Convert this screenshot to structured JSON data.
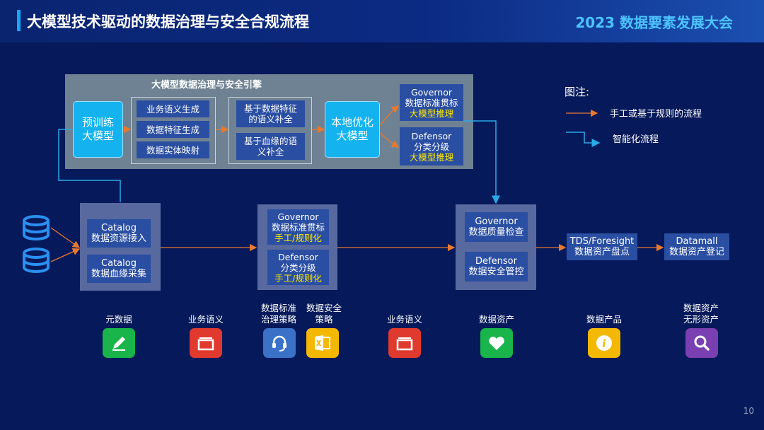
{
  "header": {
    "title": "大模型技术驱动的数据治理与安全合规流程",
    "conference": "2023 数据要素发展大会"
  },
  "engine": {
    "title": "大模型数据治理与安全引擎",
    "pretrain": "预训练\n大模型",
    "semantic": [
      "业务语义生成",
      "数据特征生成",
      "数据实体映射"
    ],
    "complement": [
      "基于数据特征\n的语义补全",
      "基于血缘的语\n义补全"
    ],
    "local": "本地优化\n大模型",
    "governor": {
      "name": "Governor",
      "desc": "数据标准贯标",
      "tag": "大模型推理"
    },
    "defensor": {
      "name": "Defensor",
      "desc": "分类分级",
      "tag": "大模型推理"
    }
  },
  "legend": {
    "title": "图注:",
    "manual": "手工或基于规则的流程",
    "smart": "智能化流程"
  },
  "flow": {
    "catalog1": {
      "name": "Catalog",
      "desc": "数据资源接入"
    },
    "catalog2": {
      "name": "Catalog",
      "desc": "数据血缘采集"
    },
    "governor2": {
      "name": "Governor",
      "desc": "数据标准贯标",
      "tag": "手工/规则化"
    },
    "defensor2": {
      "name": "Defensor",
      "desc": "分类分级",
      "tag": "手工/规则化"
    },
    "governor3": {
      "name": "Governor",
      "desc": "数据质量检查"
    },
    "defensor3": {
      "name": "Defensor",
      "desc": "数据安全管控"
    },
    "tds": {
      "name": "TDS/Foresight",
      "desc": "数据资产盘点"
    },
    "datamall": {
      "name": "Datamall",
      "desc": "数据资产登记"
    }
  },
  "icons": [
    {
      "label": "元数据",
      "icon": "edit-icon",
      "color": "#19b54a"
    },
    {
      "label": "业务语义",
      "icon": "folder-icon",
      "color": "#e03a2e"
    },
    {
      "label": "数据标准\n治理策略",
      "icon": "headset-icon",
      "color": "#3a72c8"
    },
    {
      "label": "数据安全\n策略",
      "icon": "excel-icon",
      "color": "#f5b800"
    },
    {
      "label": "业务语义",
      "icon": "folder-icon",
      "color": "#e03a2e"
    },
    {
      "label": "数据资产",
      "icon": "heart-icon",
      "color": "#19b54a"
    },
    {
      "label": "数据产品",
      "icon": "info-icon",
      "color": "#f5b800"
    },
    {
      "label": "数据资产\n无形资产",
      "icon": "search-icon",
      "color": "#7a3fb0"
    }
  ],
  "page_number": "10",
  "colors": {
    "background": "#06195a",
    "manual_arrow": "#e8792f",
    "smart_arrow": "#2aa9e8",
    "highlight": "#ffe900",
    "box": "#2a4ea2"
  }
}
